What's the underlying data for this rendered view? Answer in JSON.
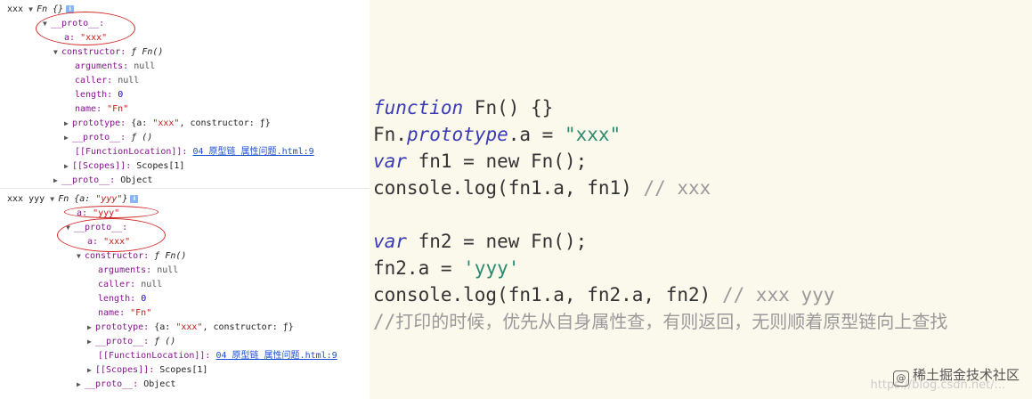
{
  "console": {
    "entry1": {
      "label": "xxx",
      "summary": "Fn {}",
      "proto_label": "__proto__:",
      "a_key": "a:",
      "a_value": "\"xxx\"",
      "constructor_key": "constructor:",
      "constructor_value": "ƒ Fn()",
      "props": [
        {
          "key": "arguments:",
          "value": "null"
        },
        {
          "key": "caller:",
          "value": "null"
        },
        {
          "key": "length:",
          "value": "0"
        },
        {
          "key": "name:",
          "value": "\"Fn\""
        }
      ],
      "prototype_key": "prototype:",
      "prototype_a_key": "{a:",
      "prototype_a_value": "\"xxx\"",
      "prototype_rest": ", constructor: ƒ}",
      "fn_proto_key": "__proto__:",
      "fn_proto_value": "ƒ ()",
      "fn_location_key": "[[FunctionLocation]]:",
      "fn_location_link": "04 原型链 属性问题.html:9",
      "scopes_key": "[[Scopes]]:",
      "scopes_value": "Scopes[1]",
      "outer_proto_key": "__proto__:",
      "outer_proto_value": "Object"
    },
    "entry2": {
      "label": "xxx yyy",
      "summary_pre": "Fn {a: ",
      "summary_a": "\"yyy\"",
      "summary_post": "}",
      "own_a_key": "a:",
      "own_a_value": "\"yyy\"",
      "proto_label": "__proto__:",
      "a_key": "a:",
      "a_value": "\"xxx\"",
      "constructor_key": "constructor:",
      "constructor_value": "ƒ Fn()",
      "props": [
        {
          "key": "arguments:",
          "value": "null"
        },
        {
          "key": "caller:",
          "value": "null"
        },
        {
          "key": "length:",
          "value": "0"
        },
        {
          "key": "name:",
          "value": "\"Fn\""
        }
      ],
      "prototype_key": "prototype:",
      "prototype_a_key": "{a:",
      "prototype_a_value": "\"xxx\"",
      "prototype_rest": ", constructor: ƒ}",
      "fn_proto_key": "__proto__:",
      "fn_proto_value": "ƒ ()",
      "fn_location_key": "[[FunctionLocation]]:",
      "fn_location_link": "04 原型链 属性问题.html:9",
      "scopes_key": "[[Scopes]]:",
      "scopes_value": "Scopes[1]",
      "outer_proto_key": "__proto__:",
      "outer_proto_value": "Object"
    }
  },
  "code": {
    "l1_kw": "function",
    "l1_rest": " Fn() {}",
    "l2_pre": "Fn.",
    "l2_prop": "prototype",
    "l2_mid": ".a = ",
    "l2_str": "\"xxx\"",
    "l3_kw": "var",
    "l3_rest": " fn1 = new Fn();",
    "l4_code": "console.log(fn1.a, fn1) ",
    "l4_cm": "// xxx",
    "l5_kw": "var",
    "l5_rest": " fn2 = new Fn();",
    "l6_pre": "fn2.a = ",
    "l6_str": "'yyy'",
    "l7_code": "console.log(fn1.a, fn2.a, fn2) ",
    "l7_cm": "// xxx yyy",
    "l8_cm_slash": "//",
    "l8_cm_text": "打印的时候，优先从自身属性查，有则返回，无则顺着原型链向上查找"
  },
  "watermark": {
    "text": "稀土掘金技术社区",
    "faint": "https://blog.csdn.net/..."
  },
  "colors": {
    "annotation_red": "#d22d2d",
    "code_bg": "#fbf8ec",
    "keyword": "#3b3bb3",
    "string": "#2d8a6e",
    "comment": "#9a9a9a"
  }
}
